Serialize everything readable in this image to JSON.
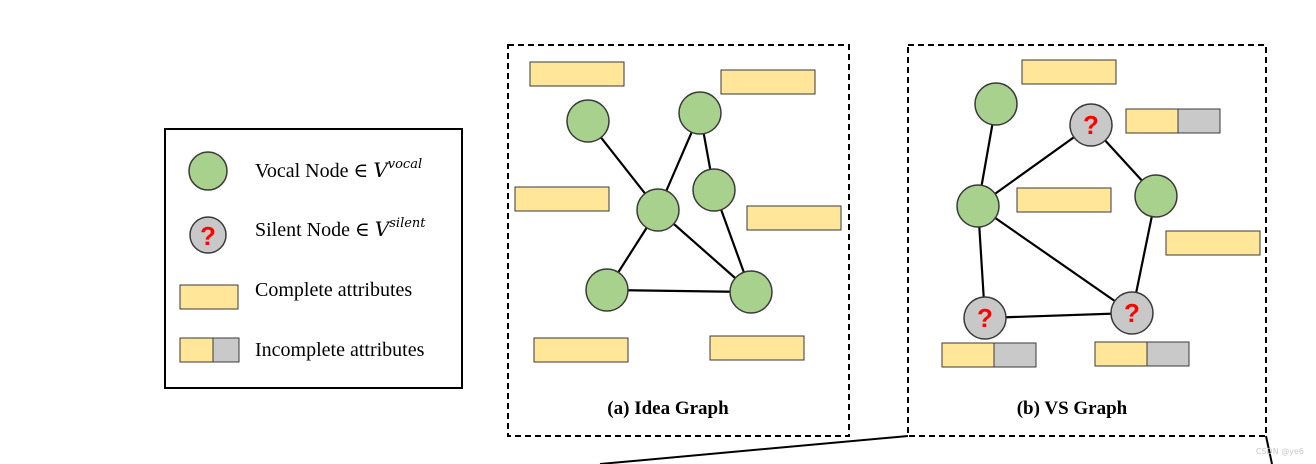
{
  "colors": {
    "vocal_fill": "#a9d18e",
    "vocal_stroke": "#3a3a3a",
    "silent_fill": "#c8c8c8",
    "attr_fill": "#ffe699",
    "attr_missing_fill": "#c9c9c9",
    "question_mark": "#ff0000",
    "edge": "#000000"
  },
  "legend": {
    "vocal_label": "Vocal Node ∈ ",
    "vocal_symbol": "V",
    "vocal_sup": "vocal",
    "silent_label": "Silent Node ∈ ",
    "silent_symbol": "V",
    "silent_sup": "silent",
    "complete_label": "Complete attributes",
    "incomplete_label": "Incomplete attributes"
  },
  "silent_glyph": "?",
  "panels": [
    {
      "caption": "(a) Idea Graph",
      "nodes": [
        {
          "id": "a1",
          "type": "vocal"
        },
        {
          "id": "a2",
          "type": "vocal"
        },
        {
          "id": "a3",
          "type": "vocal"
        },
        {
          "id": "a4",
          "type": "vocal"
        },
        {
          "id": "a5",
          "type": "vocal"
        },
        {
          "id": "a6",
          "type": "vocal"
        }
      ],
      "edges": [
        [
          "a1",
          "a3"
        ],
        [
          "a2",
          "a3"
        ],
        [
          "a2",
          "a4"
        ],
        [
          "a3",
          "a5"
        ],
        [
          "a3",
          "a6"
        ],
        [
          "a4",
          "a6"
        ],
        [
          "a5",
          "a6"
        ]
      ],
      "attributes": [
        {
          "for": "a1",
          "complete": true
        },
        {
          "for": "a2",
          "complete": true
        },
        {
          "for": "a3",
          "complete": true
        },
        {
          "for": "a4",
          "complete": true
        },
        {
          "for": "a5",
          "complete": true
        },
        {
          "for": "a6",
          "complete": true
        }
      ]
    },
    {
      "caption": "(b) VS Graph",
      "nodes": [
        {
          "id": "b1",
          "type": "vocal"
        },
        {
          "id": "b2",
          "type": "silent"
        },
        {
          "id": "b3",
          "type": "vocal"
        },
        {
          "id": "b4",
          "type": "vocal"
        },
        {
          "id": "b5",
          "type": "silent"
        },
        {
          "id": "b6",
          "type": "silent"
        }
      ],
      "edges": [
        [
          "b1",
          "b3"
        ],
        [
          "b2",
          "b3"
        ],
        [
          "b2",
          "b4"
        ],
        [
          "b3",
          "b5"
        ],
        [
          "b3",
          "b6"
        ],
        [
          "b4",
          "b6"
        ],
        [
          "b5",
          "b6"
        ]
      ],
      "attributes": [
        {
          "for": "b1",
          "complete": true
        },
        {
          "for": "b2",
          "complete": false
        },
        {
          "for": "b3",
          "complete": true
        },
        {
          "for": "b4",
          "complete": true
        },
        {
          "for": "b5",
          "complete": false
        },
        {
          "for": "b6",
          "complete": false
        }
      ]
    }
  ],
  "watermark": "CSDN @ye6"
}
